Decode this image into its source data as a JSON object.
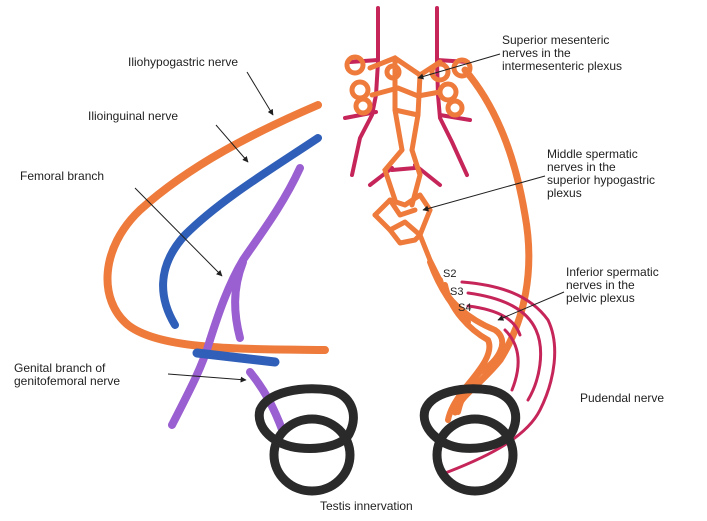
{
  "labels": {
    "iliohypogastric": "Iliohypogastric nerve",
    "ilioinguinal": "Ilioinguinal nerve",
    "femoral": "Femoral branch",
    "genital": "Genital branch of\ngenitofemoral nerve",
    "superior_mesenteric": "Superior mesenteric\nnerves in the\nintermesenteric plexus",
    "middle_spermatic": "Middle spermatic\nnerves in the\nsuperior hypogastric\nplexus",
    "inferior_spermatic": "Inferior spermatic\nnerves in the\npelvic plexus",
    "pudendal": "Pudendal nerve",
    "s2": "S2",
    "s3": "S3",
    "s4": "S4",
    "caption": "Testis innervation"
  },
  "colors": {
    "orange": "#ee7b3b",
    "blue": "#2f5fb8",
    "purple": "#9a5fd0",
    "crimson": "#c6255a",
    "testis": "#2a2a2a",
    "text": "#1f1f1f"
  }
}
